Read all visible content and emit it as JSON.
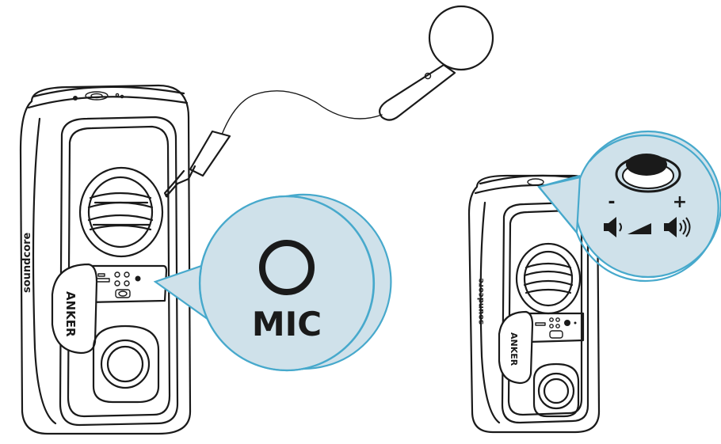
{
  "diagram": {
    "left_speaker": {
      "brand_side": "soundcore",
      "brand_logo": "ANKER"
    },
    "right_speaker": {
      "brand_side": "soundcore",
      "brand_logo": "ANKER"
    },
    "mic_callout": {
      "label": "MIC",
      "icon": "circle-port-icon"
    },
    "volume_callout": {
      "minus": "-",
      "plus": "+",
      "icons": [
        "volume-low-icon",
        "volume-ramp-icon",
        "volume-high-icon"
      ]
    },
    "colors": {
      "bubble_fill": "#cfe1ea",
      "bubble_stroke": "#47a9cc",
      "ink": "#1a1a1a"
    }
  }
}
